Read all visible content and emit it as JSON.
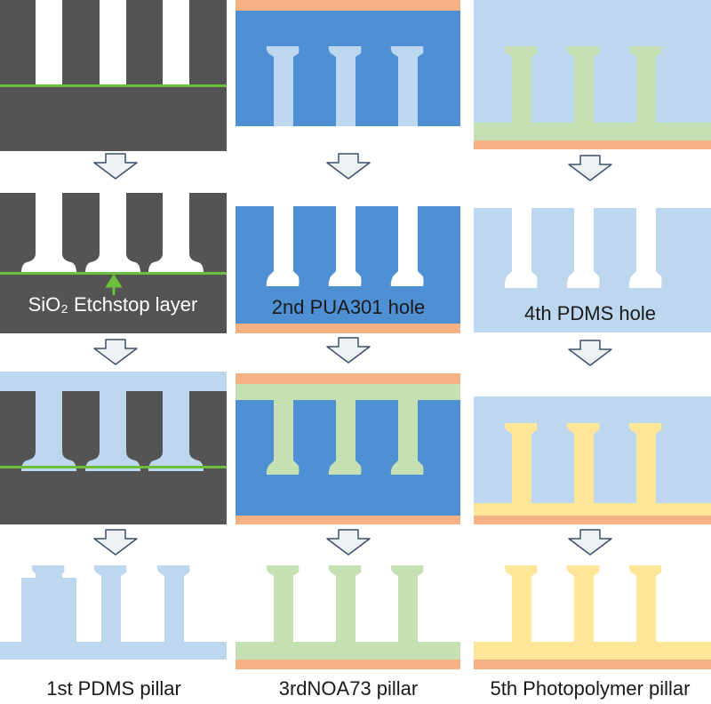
{
  "colors": {
    "silicon": "#545454",
    "sio2_line": "#6cbf3b",
    "pdms": "#bdd7ee",
    "pua301": "#4f90d4",
    "noa73": "#c5e0b3",
    "photopolymer": "#ffe699",
    "backing_film": "#f4b183",
    "arrow_fill": "#eef1f4",
    "arrow_stroke": "#3c5068"
  },
  "labels": {
    "etchstop": "SiO₂ Etchstop layer",
    "pua_hole": "2nd PUA301 hole",
    "pdms_hole": "4th PDMS hole",
    "pdms_pillar": "1st PDMS pillar",
    "noa_pillar": "3rdNOA73 pillar",
    "photopolymer_pillar": "5th Photopolymer pillar"
  }
}
